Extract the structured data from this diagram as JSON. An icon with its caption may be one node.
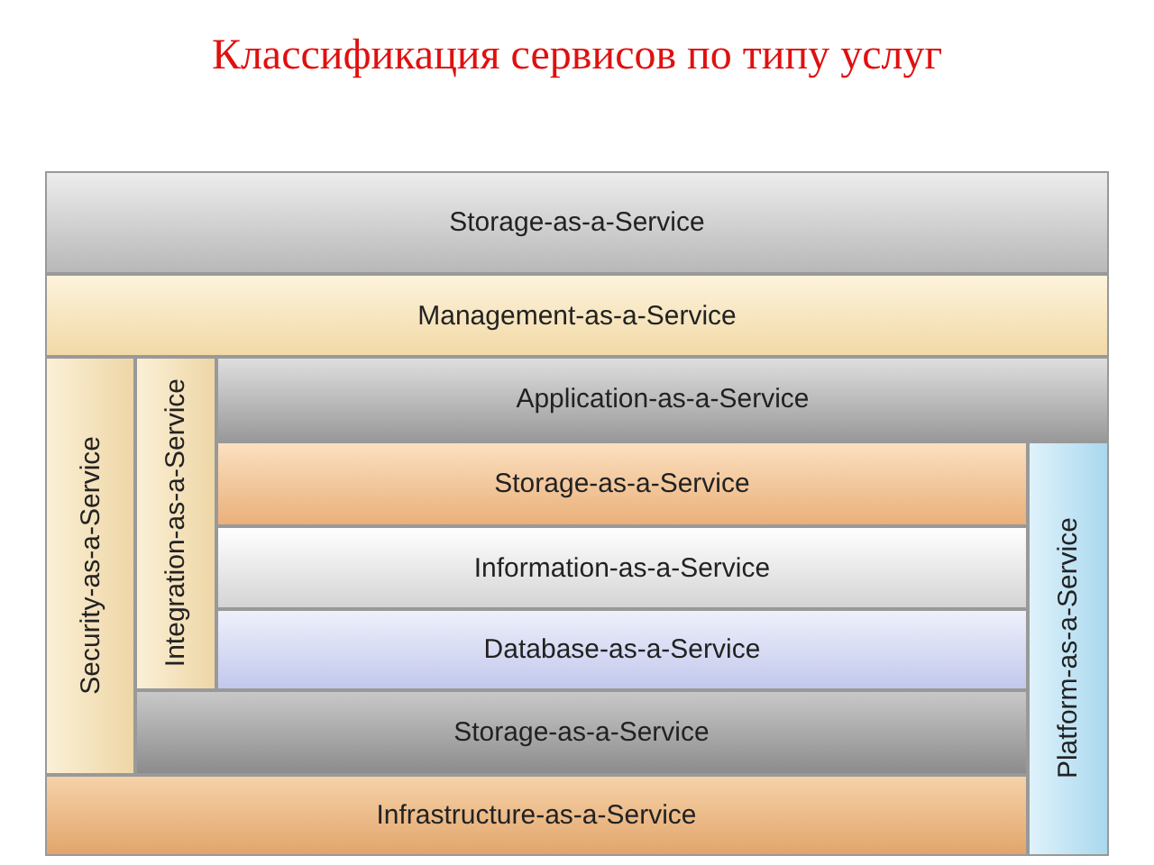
{
  "diagram": {
    "title": "Классификация сервисов по типу услуг",
    "nodes": [
      {
        "text": [
          "Storage-as-a-Service"
        ]
      },
      {
        "text": [
          "Management-as-a-Service"
        ]
      },
      {
        "text": [
          "Security-as-a-Service"
        ]
      },
      {
        "text": [
          "Integration-as-a-Service"
        ]
      },
      {
        "text": [
          "Application-as-a-Service"
        ]
      },
      {
        "text": [
          "Storage-as-a-Service"
        ]
      },
      {
        "text": [
          "Information-as-a-Service"
        ]
      },
      {
        "text": [
          "Database-as-a-Service"
        ]
      },
      {
        "text": [
          "Storage-as-a-Service"
        ]
      },
      {
        "text": [
          "Platform-as-a-Service"
        ]
      },
      {
        "text": [
          "Infrastructure-as-a-Service"
        ]
      }
    ]
  }
}
